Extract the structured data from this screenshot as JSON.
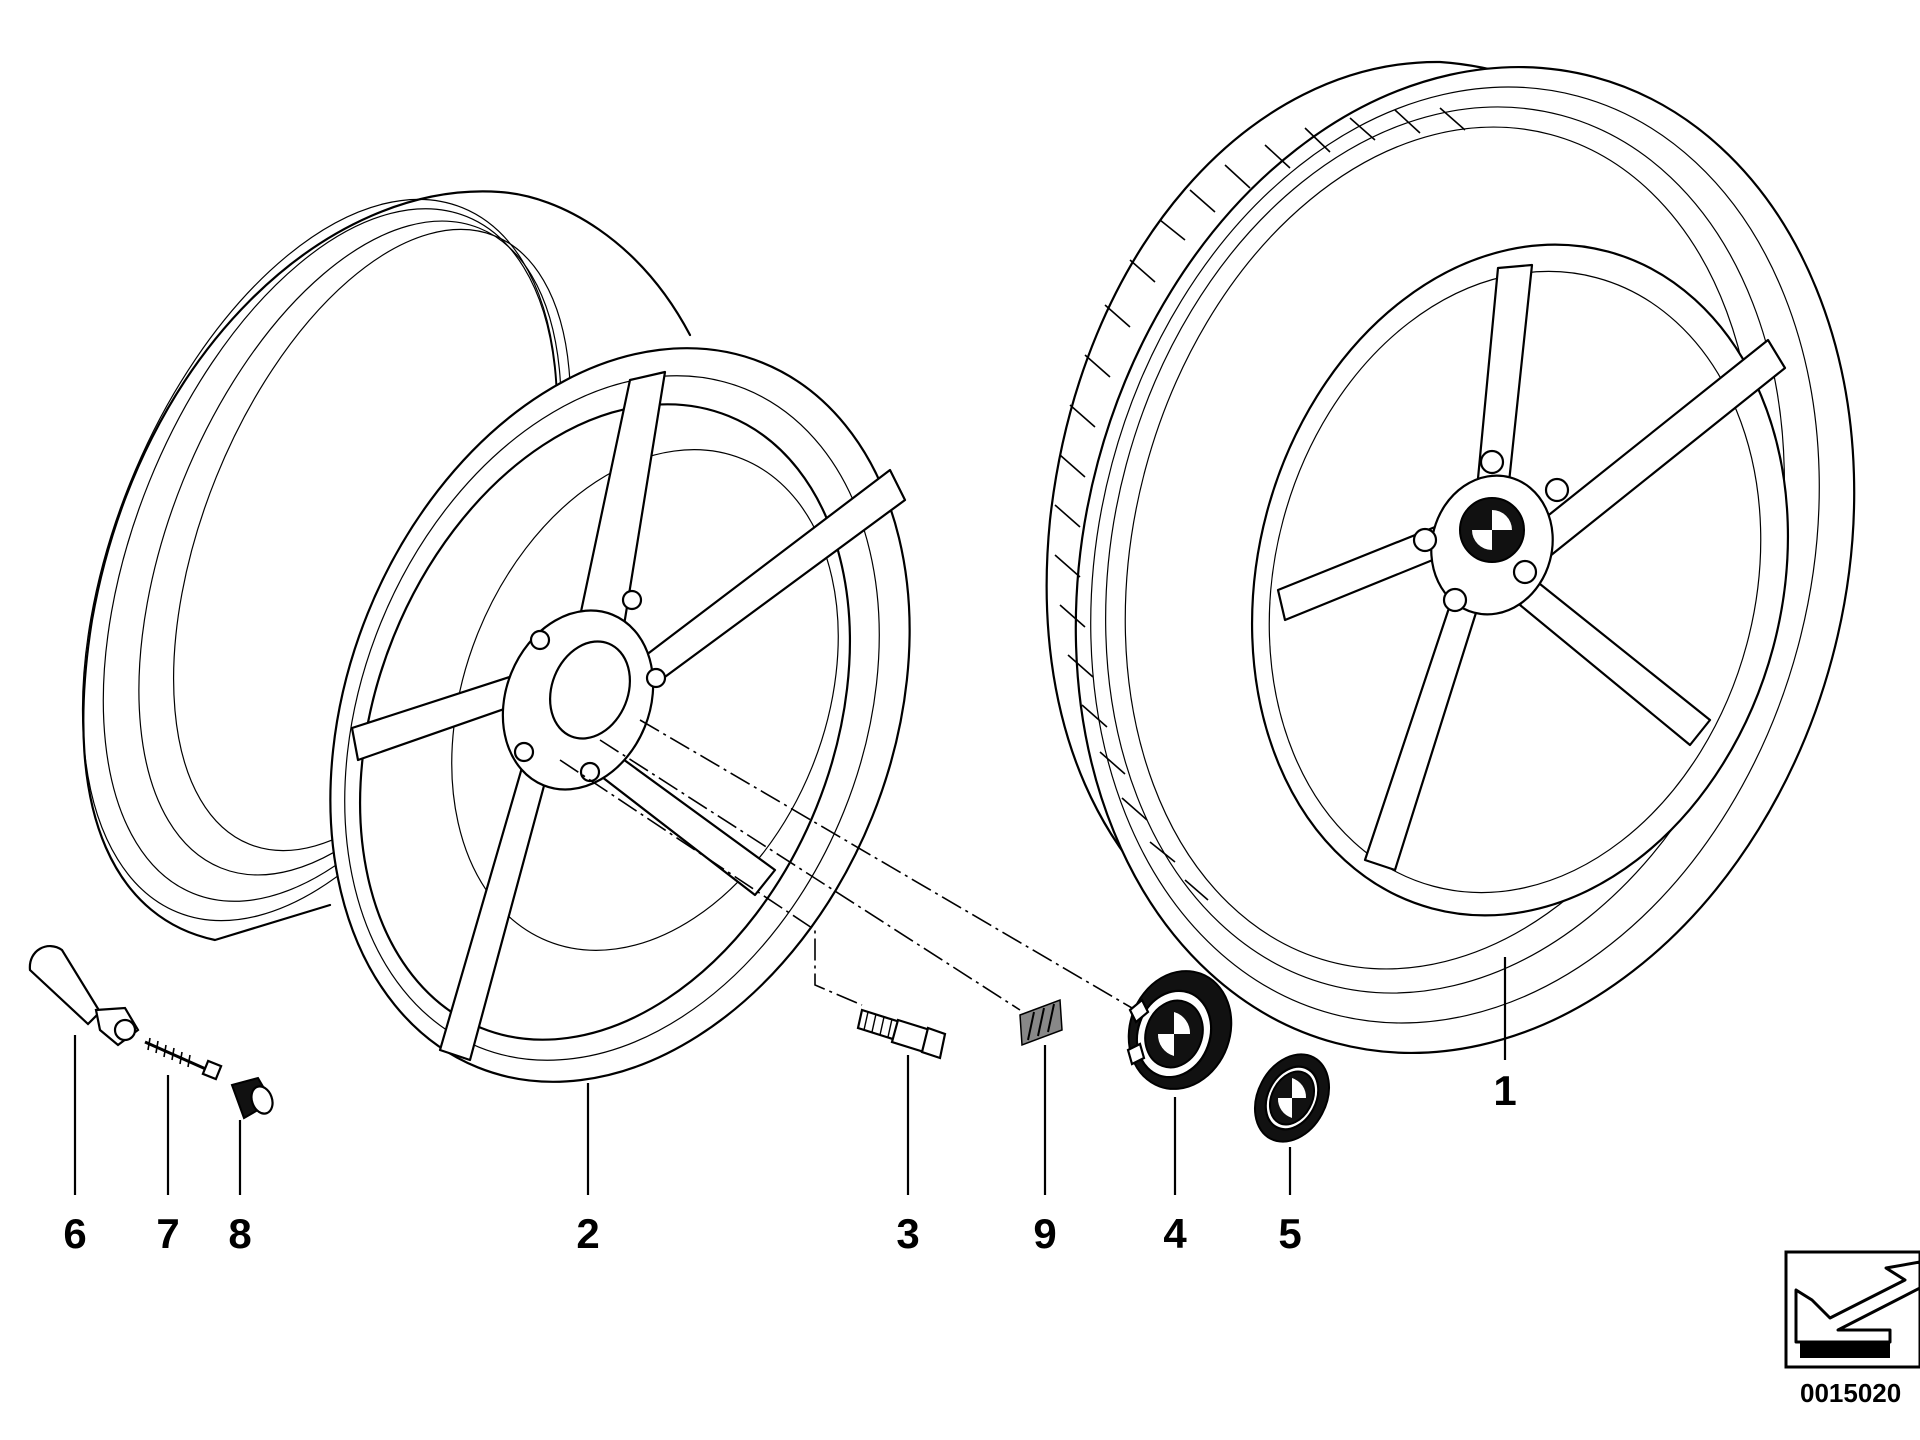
{
  "callouts": {
    "c1": "1",
    "c2": "2",
    "c3": "3",
    "c4": "4",
    "c5": "5",
    "c6": "6",
    "c7": "7",
    "c8": "8",
    "c9": "9"
  },
  "doc_number": "0015020"
}
